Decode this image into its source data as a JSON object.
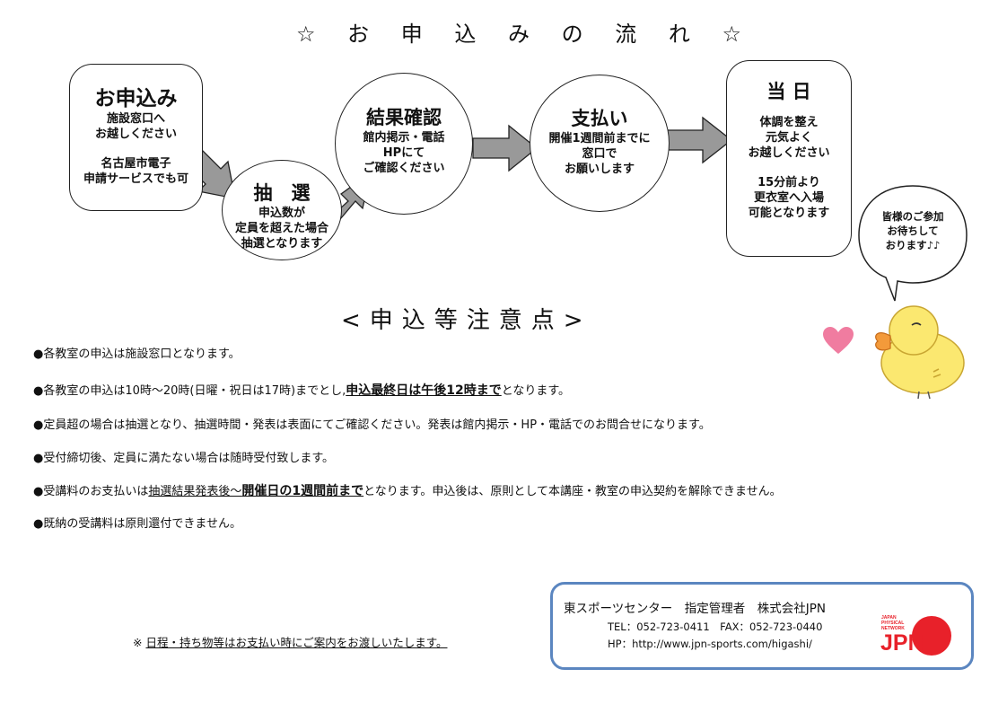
{
  "title": "☆ お 申 込 み の 流 れ ☆",
  "steps": {
    "apply": {
      "heading": "お申込み",
      "line1": "施設窓口へ",
      "line2": "お越しください",
      "line3": "名古屋市電子",
      "line4": "申請サービスでも可"
    },
    "lottery": {
      "heading": "抽　選",
      "line1": "申込数が",
      "line2": "定員を超えた場合",
      "line3": "抽選となります"
    },
    "result": {
      "heading": "結果確認",
      "line1": "館内掲示・電話",
      "line2": "HPにて",
      "line3": "ご確認ください"
    },
    "payment": {
      "heading": "支払い",
      "line1": "開催1週間前までに",
      "line2": "窓口で",
      "line3": "お願いします"
    },
    "day": {
      "heading": "当 日",
      "line1": "体調を整え",
      "line2": "元気よく",
      "line3": "お越しください",
      "line4": "15分前より",
      "line5": "更衣室へ入場",
      "line6": "可能となります"
    }
  },
  "bubble": {
    "line1": "皆様のご参加",
    "line2": "お待ちして",
    "line3": "おります♪♪"
  },
  "notes_title": "<申込等注意点>",
  "notes": {
    "n1": "●各教室の申込は施設窓口となります。",
    "n2a": "●各教室の申込は10時～20時(日曜・祝日は17時)までとし,",
    "n2b": "申込最終日は午後12時まで",
    "n2c": "となります。",
    "n3": "●定員超の場合は抽選となり、抽選時間・発表は表面にてご確認ください。発表は館内掲示・HP・電話でのお問合せになります。",
    "n4": "●受付締切後、定員に満たない場合は随時受付致します。",
    "n5a": "●受講料のお支払いは",
    "n5b": "抽選結果発表後～",
    "n5c": "開催日の1週間前まで",
    "n5d": "となります。申込後は、原則として本講座・教室の申込契約を解除できません。",
    "n6": "●既納の受講料は原則還付できません。"
  },
  "footer_note_mark": "※",
  "footer_note": "日程・持ち物等はお支払い時にご案内をお渡しいたします。",
  "contact": {
    "line1": "東スポーツセンター　指定管理者　株式会社JPN",
    "line2": "TEL：052-723-0411　FAX：052-723-0440",
    "line3": "HP：http://www.jpn-sports.com/higashi/"
  },
  "logo": {
    "text": "JPN",
    "small1": "JAPAN",
    "small2": "PHYSICAL",
    "small3": "NETWORK",
    "color": "#e8212a"
  },
  "colors": {
    "arrow": "#999999",
    "contact_border": "#5b86c0",
    "heart": "#f07ca0",
    "chick": "#fbe870",
    "beak": "#f39a3a"
  }
}
